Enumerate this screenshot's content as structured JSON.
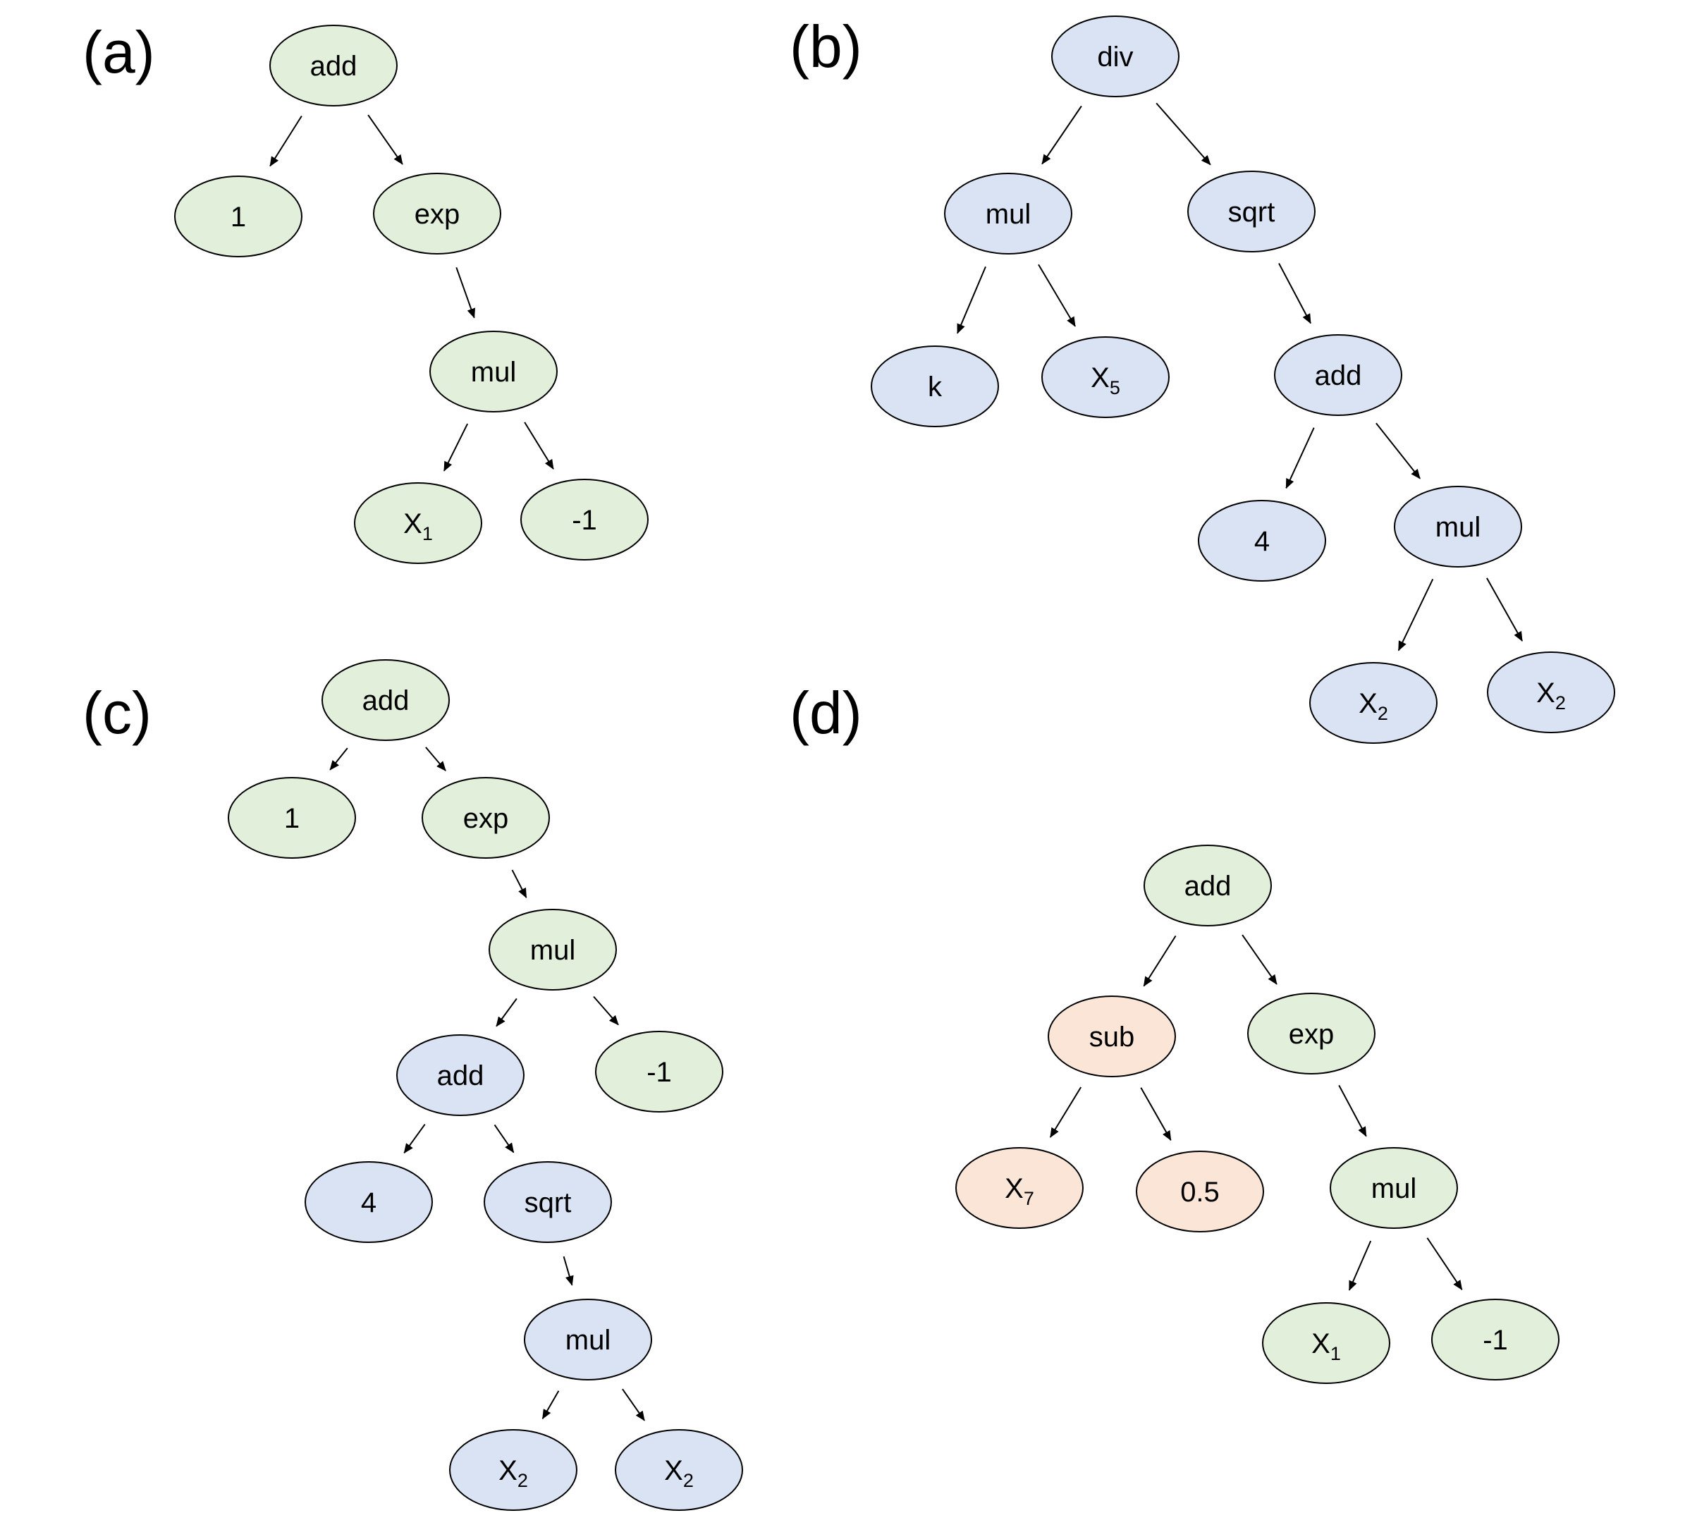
{
  "colors": {
    "green": "#e2efda",
    "blue": "#dae3f3",
    "orange": "#fbe5d6",
    "stroke": "#000000"
  },
  "panels": [
    {
      "label": "(a)",
      "nodes": [
        {
          "id": "a_add",
          "text": "add",
          "color": "green"
        },
        {
          "id": "a_1",
          "text": "1",
          "color": "green"
        },
        {
          "id": "a_exp",
          "text": "exp",
          "color": "green"
        },
        {
          "id": "a_mul",
          "text": "mul",
          "color": "green"
        },
        {
          "id": "a_x1",
          "text": "X",
          "sub": "1",
          "color": "green"
        },
        {
          "id": "a_m1",
          "text": "-1",
          "color": "green"
        }
      ],
      "edges": [
        [
          "a_add",
          "a_1"
        ],
        [
          "a_add",
          "a_exp"
        ],
        [
          "a_exp",
          "a_mul"
        ],
        [
          "a_mul",
          "a_x1"
        ],
        [
          "a_mul",
          "a_m1"
        ]
      ]
    },
    {
      "label": "(b)",
      "nodes": [
        {
          "id": "b_div",
          "text": "div",
          "color": "blue"
        },
        {
          "id": "b_mul",
          "text": "mul",
          "color": "blue"
        },
        {
          "id": "b_sqrt",
          "text": "sqrt",
          "color": "blue"
        },
        {
          "id": "b_k",
          "text": "k",
          "color": "blue"
        },
        {
          "id": "b_x5",
          "text": "X",
          "sub": "5",
          "color": "blue"
        },
        {
          "id": "b_add",
          "text": "add",
          "color": "blue"
        },
        {
          "id": "b_4",
          "text": "4",
          "color": "blue"
        },
        {
          "id": "b_mul2",
          "text": "mul",
          "color": "blue"
        },
        {
          "id": "b_x2a",
          "text": "X",
          "sub": "2",
          "color": "blue"
        },
        {
          "id": "b_x2b",
          "text": "X",
          "sub": "2",
          "color": "blue"
        }
      ],
      "edges": [
        [
          "b_div",
          "b_mul"
        ],
        [
          "b_div",
          "b_sqrt"
        ],
        [
          "b_mul",
          "b_k"
        ],
        [
          "b_mul",
          "b_x5"
        ],
        [
          "b_sqrt",
          "b_add"
        ],
        [
          "b_add",
          "b_4"
        ],
        [
          "b_add",
          "b_mul2"
        ],
        [
          "b_mul2",
          "b_x2a"
        ],
        [
          "b_mul2",
          "b_x2b"
        ]
      ]
    },
    {
      "label": "(c)",
      "nodes": [
        {
          "id": "c_add",
          "text": "add",
          "color": "green"
        },
        {
          "id": "c_1",
          "text": "1",
          "color": "green"
        },
        {
          "id": "c_exp",
          "text": "exp",
          "color": "green"
        },
        {
          "id": "c_mul",
          "text": "mul",
          "color": "green"
        },
        {
          "id": "c_add2",
          "text": "add",
          "color": "blue"
        },
        {
          "id": "c_m1",
          "text": "-1",
          "color": "green"
        },
        {
          "id": "c_4",
          "text": "4",
          "color": "blue"
        },
        {
          "id": "c_sqrt",
          "text": "sqrt",
          "color": "blue"
        },
        {
          "id": "c_mul2",
          "text": "mul",
          "color": "blue"
        },
        {
          "id": "c_x2a",
          "text": "X",
          "sub": "2",
          "color": "blue"
        },
        {
          "id": "c_x2b",
          "text": "X",
          "sub": "2",
          "color": "blue"
        }
      ],
      "edges": [
        [
          "c_add",
          "c_1"
        ],
        [
          "c_add",
          "c_exp"
        ],
        [
          "c_exp",
          "c_mul"
        ],
        [
          "c_mul",
          "c_add2"
        ],
        [
          "c_mul",
          "c_m1"
        ],
        [
          "c_add2",
          "c_4"
        ],
        [
          "c_add2",
          "c_sqrt"
        ],
        [
          "c_sqrt",
          "c_mul2"
        ],
        [
          "c_mul2",
          "c_x2a"
        ],
        [
          "c_mul2",
          "c_x2b"
        ]
      ]
    },
    {
      "label": "(d)",
      "nodes": [
        {
          "id": "d_add",
          "text": "add",
          "color": "green"
        },
        {
          "id": "d_sub",
          "text": "sub",
          "color": "orange"
        },
        {
          "id": "d_exp",
          "text": "exp",
          "color": "green"
        },
        {
          "id": "d_x7",
          "text": "X",
          "sub": "7",
          "color": "orange"
        },
        {
          "id": "d_05",
          "text": "0.5",
          "color": "orange"
        },
        {
          "id": "d_mul",
          "text": "mul",
          "color": "green"
        },
        {
          "id": "d_x1",
          "text": "X",
          "sub": "1",
          "color": "green"
        },
        {
          "id": "d_m1",
          "text": "-1",
          "color": "green"
        }
      ],
      "edges": [
        [
          "d_add",
          "d_sub"
        ],
        [
          "d_add",
          "d_exp"
        ],
        [
          "d_sub",
          "d_x7"
        ],
        [
          "d_sub",
          "d_05"
        ],
        [
          "d_exp",
          "d_mul"
        ],
        [
          "d_mul",
          "d_x1"
        ],
        [
          "d_mul",
          "d_m1"
        ]
      ]
    }
  ]
}
